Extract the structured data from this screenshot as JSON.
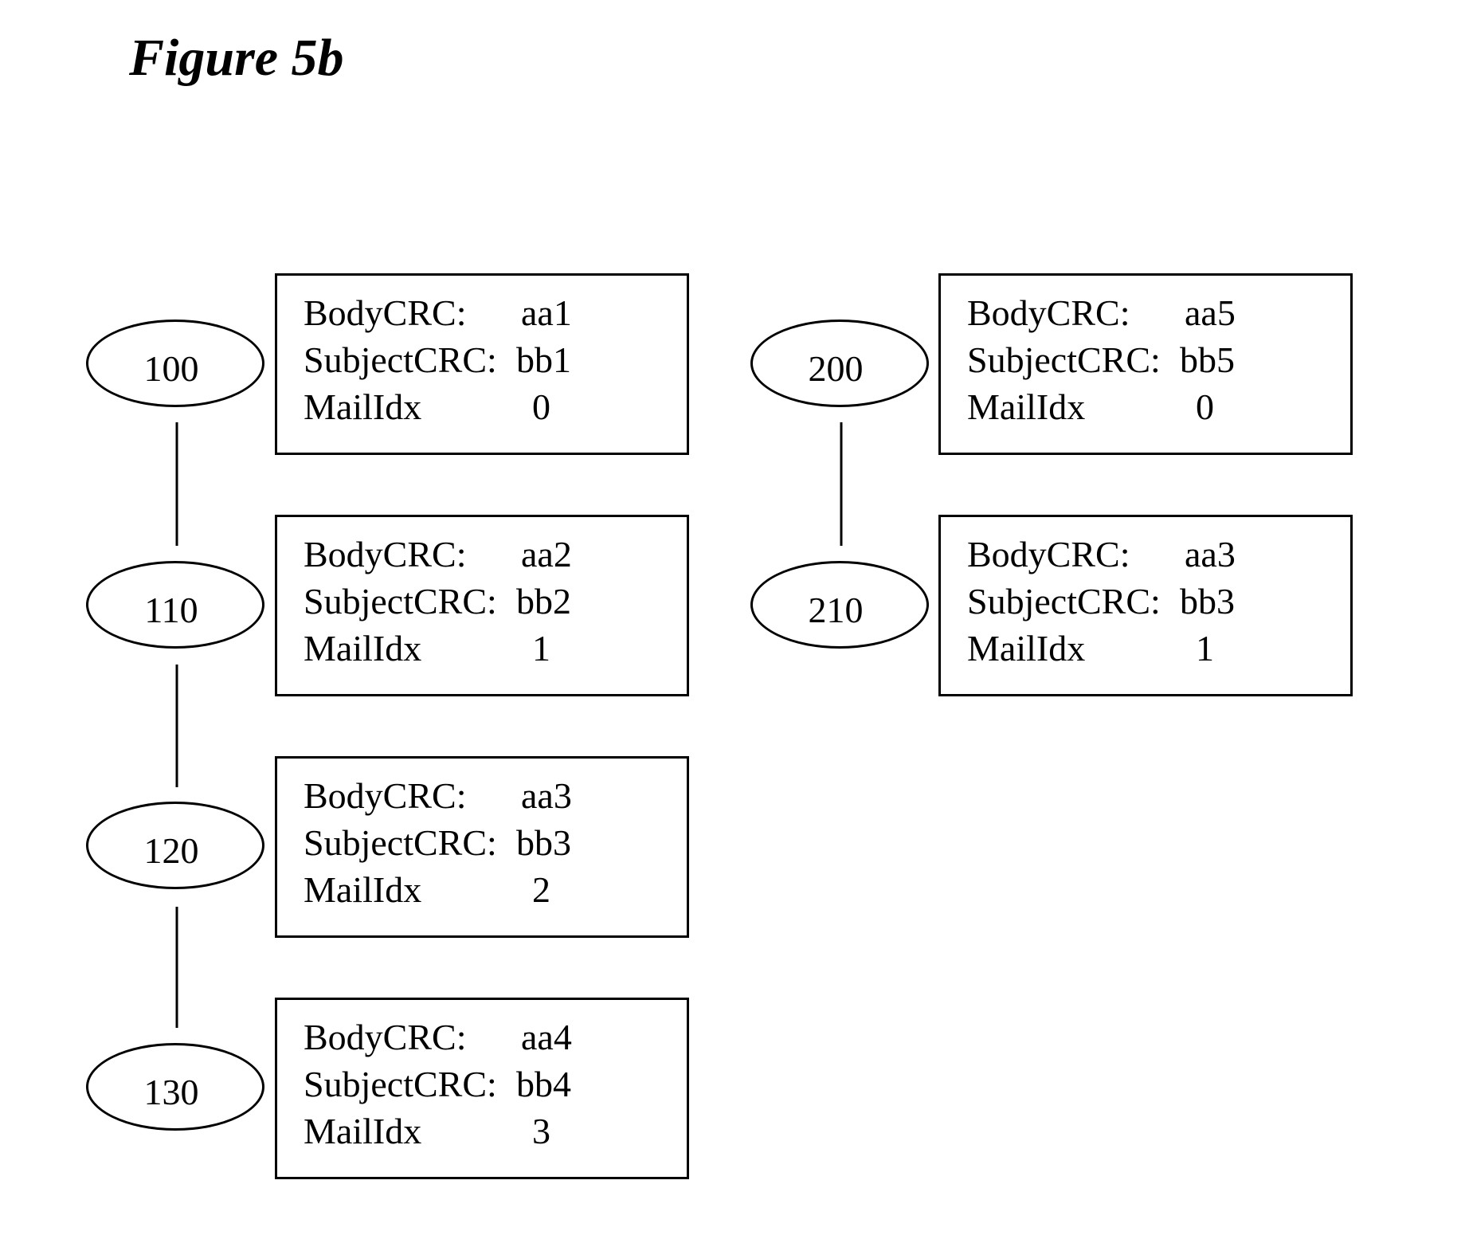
{
  "title": "Figure 5b",
  "chains": [
    {
      "nodes": [
        {
          "id": "100",
          "record": {
            "body_label": "BodyCRC:",
            "body_value": "aa1",
            "subject_label": "SubjectCRC:",
            "subject_value": "bb1",
            "mail_label": "MailIdx",
            "mail_value": "0"
          }
        },
        {
          "id": "110",
          "record": {
            "body_label": "BodyCRC:",
            "body_value": "aa2",
            "subject_label": "SubjectCRC:",
            "subject_value": "bb2",
            "mail_label": "MailIdx",
            "mail_value": "1"
          }
        },
        {
          "id": "120",
          "record": {
            "body_label": "BodyCRC:",
            "body_value": "aa3",
            "subject_label": "SubjectCRC:",
            "subject_value": "bb3",
            "mail_label": "MailIdx",
            "mail_value": "2"
          }
        },
        {
          "id": "130",
          "record": {
            "body_label": "BodyCRC:",
            "body_value": "aa4",
            "subject_label": "SubjectCRC:",
            "subject_value": "bb4",
            "mail_label": "MailIdx",
            "mail_value": "3"
          }
        }
      ]
    },
    {
      "nodes": [
        {
          "id": "200",
          "record": {
            "body_label": "BodyCRC:",
            "body_value": "aa5",
            "subject_label": "SubjectCRC:",
            "subject_value": "bb5",
            "mail_label": "MailIdx",
            "mail_value": "0"
          }
        },
        {
          "id": "210",
          "record": {
            "body_label": "BodyCRC:",
            "body_value": "aa3",
            "subject_label": "SubjectCRC:",
            "subject_value": "bb3",
            "mail_label": "MailIdx",
            "mail_value": "1"
          }
        }
      ]
    }
  ]
}
